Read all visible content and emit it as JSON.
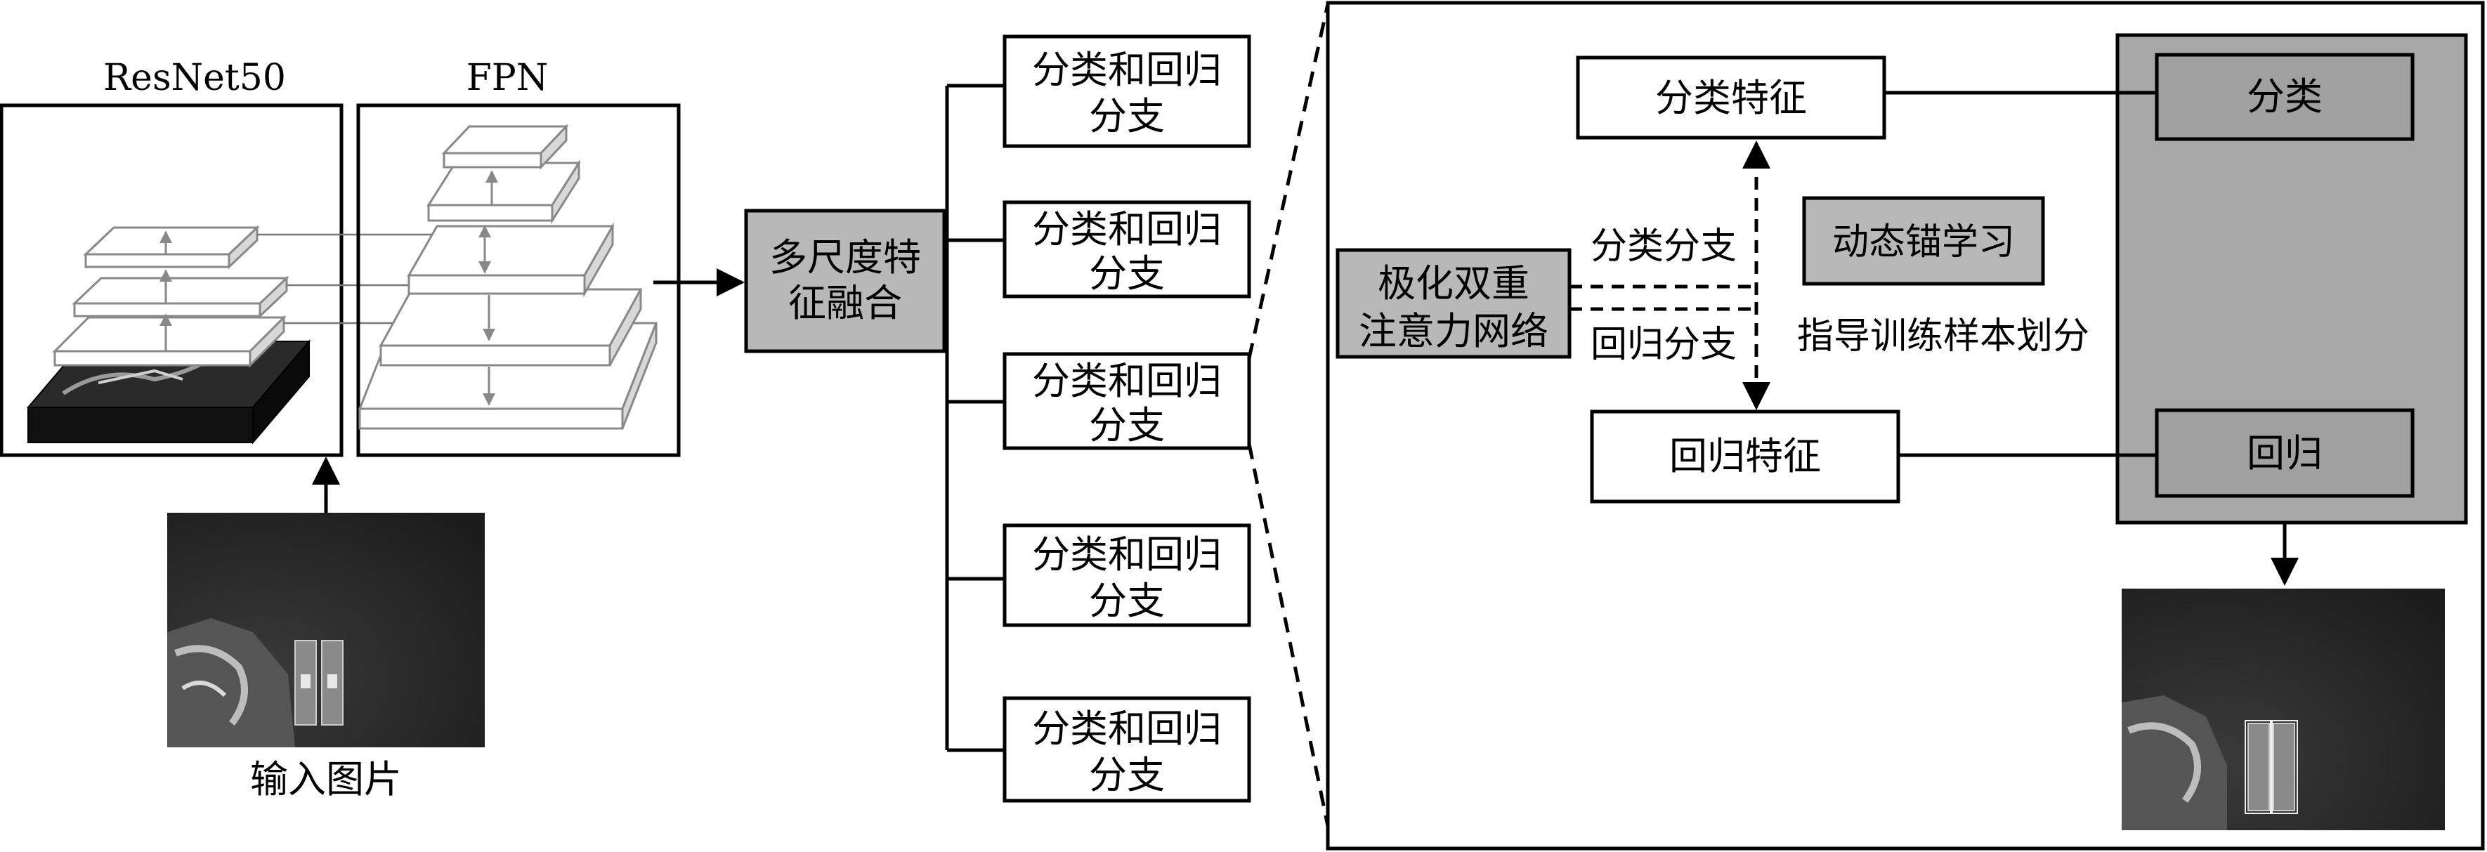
{
  "backbone": {
    "resnet_label": "ResNet50",
    "fpn_label": "FPN"
  },
  "input_label": "输入图片",
  "fusion": {
    "line1": "多尺度特",
    "line2": "征融合"
  },
  "branches": [
    {
      "line1": "分类和回归",
      "line2": "分支"
    },
    {
      "line1": "分类和回归",
      "line2": "分支"
    },
    {
      "line1": "分类和回归",
      "line2": "分支"
    },
    {
      "line1": "分类和回归",
      "line2": "分支"
    },
    {
      "line1": "分类和回归",
      "line2": "分支"
    }
  ],
  "detail": {
    "cls_feature": "分类特征",
    "reg_feature": "回归特征",
    "attention": {
      "line1": "极化双重",
      "line2": "注意力网络"
    },
    "cls_branch": "分类分支",
    "reg_branch": "回归分支",
    "dynamic_anchor": "动态锚学习",
    "guide_text": "指导训练样本划分",
    "head_cls": "分类",
    "head_reg": "回归"
  },
  "colors": {
    "gray_box": "#b8b8b8",
    "head_panel": "#a8a8a8",
    "line": "#000000"
  }
}
